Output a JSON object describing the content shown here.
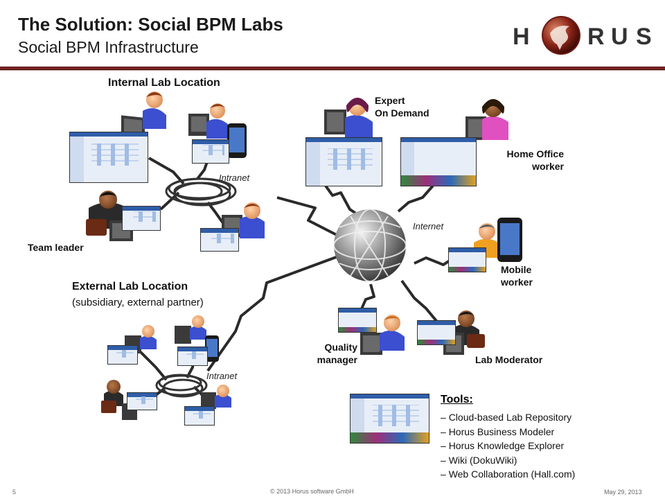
{
  "slide": {
    "title": "The Solution: Social BPM Labs",
    "subtitle": "Social BPM Infrastructure",
    "logo_text": "HORUS"
  },
  "labels": {
    "internal_lab": "Internal Lab Location",
    "team_leader": "Team leader",
    "intranet_top": "Intranet",
    "external_lab": "External Lab Location",
    "external_lab_sub": "(subsidiary, external partner)",
    "intranet_bottom": "Intranet",
    "expert_line1": "Expert",
    "expert_line2": "On Demand",
    "home_office_line1": "Home Office",
    "home_office_line2": "worker",
    "internet": "Internet",
    "mobile_line1": "Mobile",
    "mobile_line2": "worker",
    "quality_line1": "Quality",
    "quality_line2": "manager",
    "lab_moderator": "Lab Moderator"
  },
  "tools": {
    "title": "Tools:",
    "items": [
      "Cloud-based Lab Repository",
      "Horus Business Modeler",
      "Horus Knowledge Explorer",
      "Wiki (DokuWiki)",
      "Web Collaboration (Hall.com)"
    ]
  },
  "footer": {
    "page_number": "5",
    "copyright": "© 2013 Horus software GmbH",
    "date": "May 29, 2013"
  },
  "colors": {
    "accent_rule": "#6b1f1f",
    "globe": "#555555",
    "cable": "#2a2a2a",
    "person_shirt_blue": "#3b4fd0",
    "person_pink": "#e050c0"
  }
}
